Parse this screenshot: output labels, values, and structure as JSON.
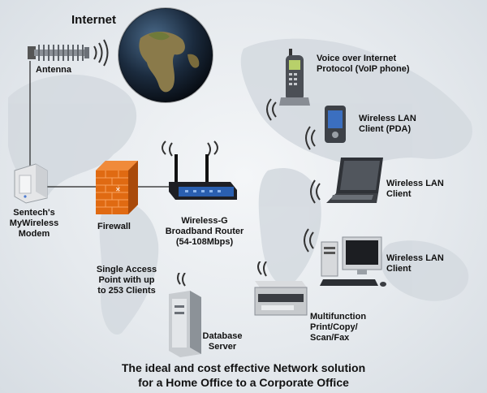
{
  "internet": {
    "label": "Internet"
  },
  "antenna": {
    "label": "Antenna"
  },
  "modem": {
    "label_line1": "Sentech's",
    "label_line2": "MyWireless",
    "label_line3": "Modem"
  },
  "firewall": {
    "label": "Firewall"
  },
  "router": {
    "label_line1": "Wireless-G",
    "label_line2": "Broadband Router",
    "label_line3": "(54-108Mbps)"
  },
  "voip": {
    "label_line1": "Voice over Internet",
    "label_line2": "Protocol (VoIP phone)"
  },
  "pda": {
    "label_line1": "Wireless LAN",
    "label_line2": "Client (PDA)"
  },
  "laptop": {
    "label_line1": "Wireless LAN",
    "label_line2": "Client"
  },
  "desktop": {
    "label_line1": "Wireless LAN",
    "label_line2": "Client"
  },
  "access_point": {
    "label_line1": "Single Access",
    "label_line2": "Point with up",
    "label_line3": "to 253 Clients"
  },
  "printer": {
    "label_line1": "Multifunction",
    "label_line2": "Print/Copy/",
    "label_line3": "Scan/Fax"
  },
  "server": {
    "label_line1": "Database",
    "label_line2": "Server"
  },
  "footer": {
    "line1": "The ideal and cost effective Network solution",
    "line2": "for a Home Office to a Corporate Office"
  },
  "colors": {
    "background": "#e9edf1",
    "map": "#d5dbe1",
    "firewall": "#e06a12",
    "router_blue": "#2a5fb0",
    "text": "#111111"
  }
}
